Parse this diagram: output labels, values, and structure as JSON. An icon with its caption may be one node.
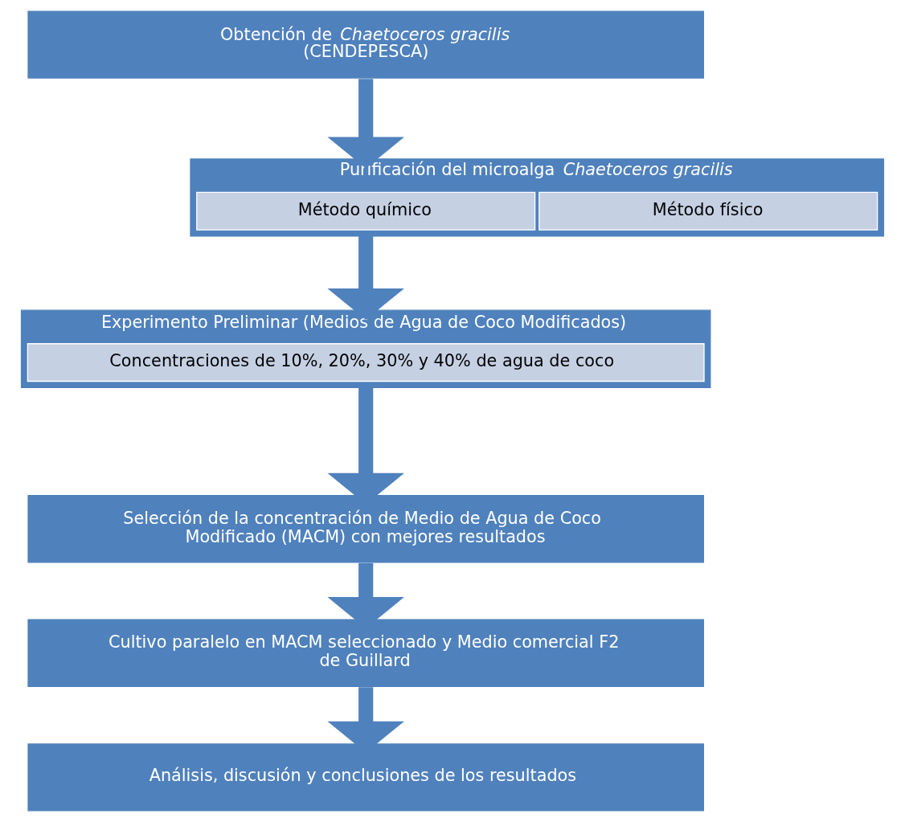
{
  "diagram": {
    "nodes": [
      {
        "text": [
          "Obtención de *Chaetoceros gracilis*",
          "(CENDEPESCA)"
        ]
      },
      {
        "text": [
          "Purificación del microalga *Chaetoceros gracilis*"
        ]
      },
      {
        "text": [
          "Método químico"
        ],
        "in": 1
      },
      {
        "text": [
          "Método físico"
        ],
        "in": 1
      },
      {
        "text": [
          "Experimento Preliminar (Medios de Agua de Coco Modificados)"
        ]
      },
      {
        "text": [
          "Concentraciones de 10%, 20%, 30% y 40% de agua de coco"
        ],
        "in": 4
      },
      {
        "text": [
          "Selección de la concentración de Medio de Agua de Coco Modificado (MACM) con mejores resultados"
        ]
      },
      {
        "text": [
          "Cultivo paralelo en MACM seleccionado y Medio comercial F2 de Guillard"
        ]
      },
      {
        "text": [
          "Análisis, discusión y conclusiones de los resultados"
        ]
      }
    ],
    "edges": [
      {
        "from": 0,
        "to": 1,
        "arrow": "to"
      },
      {
        "from": 1,
        "to": 4,
        "arrow": "to"
      },
      {
        "from": 4,
        "to": 6,
        "arrow": "to"
      },
      {
        "from": 6,
        "to": 7,
        "arrow": "to"
      },
      {
        "from": 7,
        "to": 8,
        "arrow": "to"
      }
    ]
  }
}
